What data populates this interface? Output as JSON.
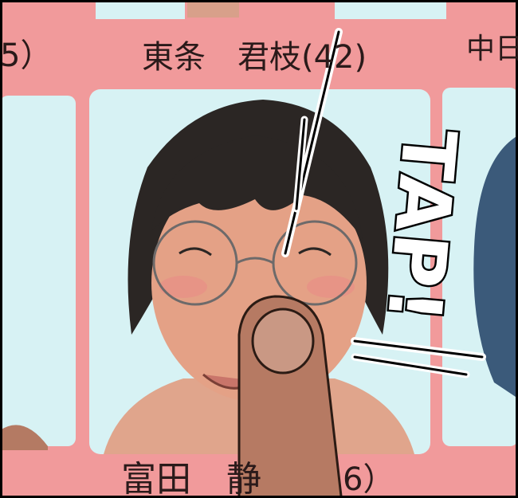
{
  "labels": {
    "top_left_partial": "5）",
    "main_name": "東条　君枝(42)",
    "top_right_partial": "中日",
    "bottom_name_partial": "富田　静",
    "bottom_right_partial": "6）"
  },
  "sfx": "TAP!",
  "colors": {
    "card_pink": "#f19a9b",
    "photo_bg": "#d7f2f4",
    "skin": "#e4a186",
    "hair": "#2b2624",
    "finger": "#b67a63",
    "label_text": "#2a1a1a",
    "neighbor_hair": "#3b5a7a"
  }
}
